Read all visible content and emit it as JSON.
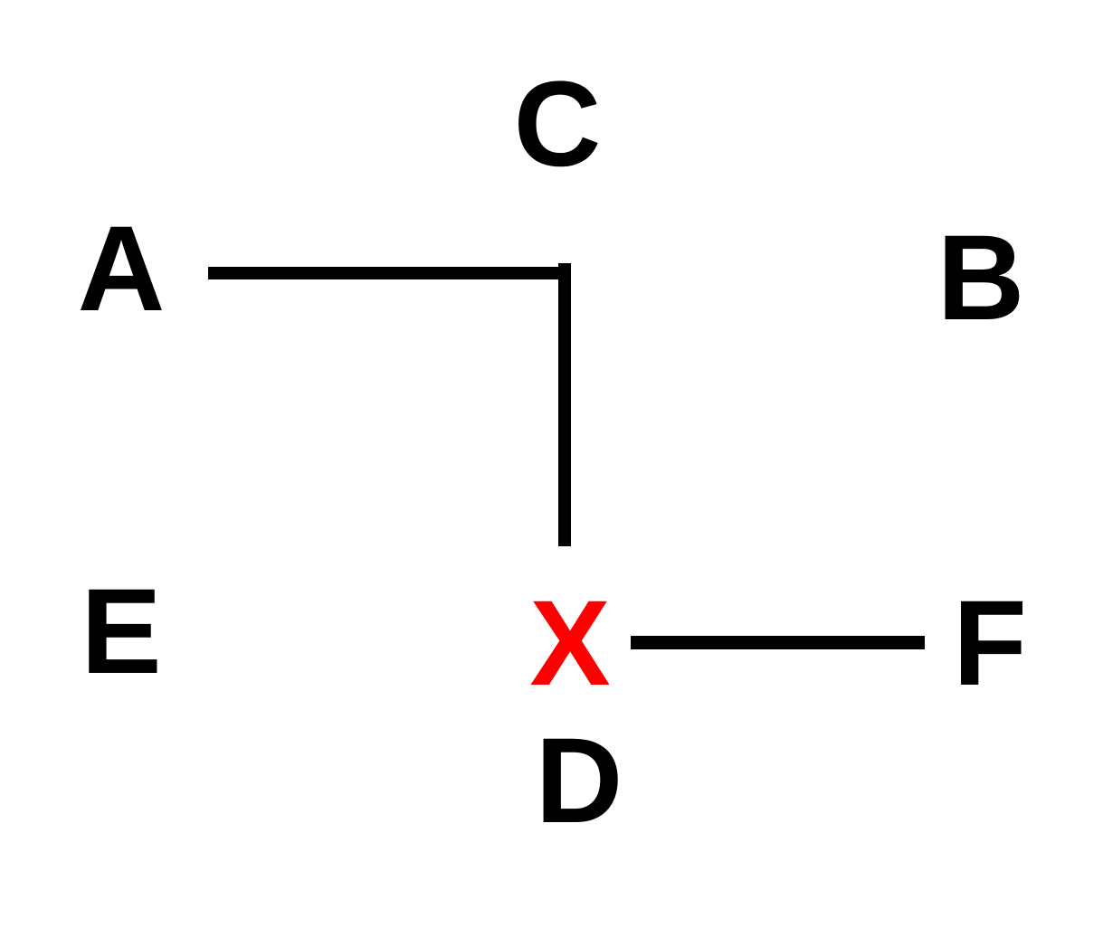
{
  "diagram": {
    "nodes": [
      {
        "id": "A",
        "label": "A",
        "color": "#000000"
      },
      {
        "id": "B",
        "label": "B",
        "color": "#000000"
      },
      {
        "id": "C",
        "label": "C",
        "color": "#000000"
      },
      {
        "id": "D",
        "label": "D",
        "color": "#000000"
      },
      {
        "id": "E",
        "label": "E",
        "color": "#000000"
      },
      {
        "id": "F",
        "label": "F",
        "color": "#000000"
      },
      {
        "id": "X",
        "label": "X",
        "color": "#ff0000"
      }
    ],
    "segments": [
      {
        "name": "a-to-corner",
        "color": "#000000"
      },
      {
        "name": "corner-down",
        "color": "#000000"
      },
      {
        "name": "x-to-f",
        "color": "#000000"
      }
    ],
    "highlight_color": "#ff0000"
  }
}
